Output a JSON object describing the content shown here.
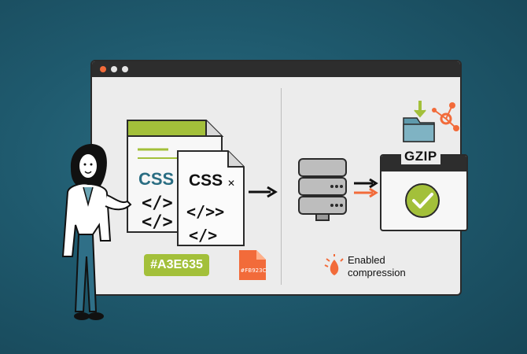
{
  "window": {
    "titlebar_dots": [
      "close",
      "minimize",
      "maximize"
    ]
  },
  "left_panel": {
    "file_card_1": {
      "heading": "CSS",
      "code_lines": [
        "</>",
        "</>"
      ]
    },
    "file_card_2": {
      "heading": "CSS",
      "code_lines": [
        "</>>",
        "</>"
      ]
    },
    "hex_chip": {
      "text": "#A3E635",
      "color": "#a3c03a"
    },
    "file_badge": {
      "text": "#FB923C",
      "color": "#f26b3a"
    }
  },
  "right_panel": {
    "gzip_window_title": "GZIP",
    "status_text_line1": "Enabled",
    "status_text_line2": "compression"
  },
  "icons": {
    "folder": "folder-download-icon",
    "network": "network-share-icon",
    "server": "server-stack-icon",
    "check": "check-circle-icon",
    "flame": "flame-icon",
    "arrow": "arrow-right-icon"
  },
  "colors": {
    "background": "#1f5a6e",
    "accent_green": "#a3c03a",
    "accent_orange": "#f26b3a",
    "teal_text": "#2a6d82"
  }
}
